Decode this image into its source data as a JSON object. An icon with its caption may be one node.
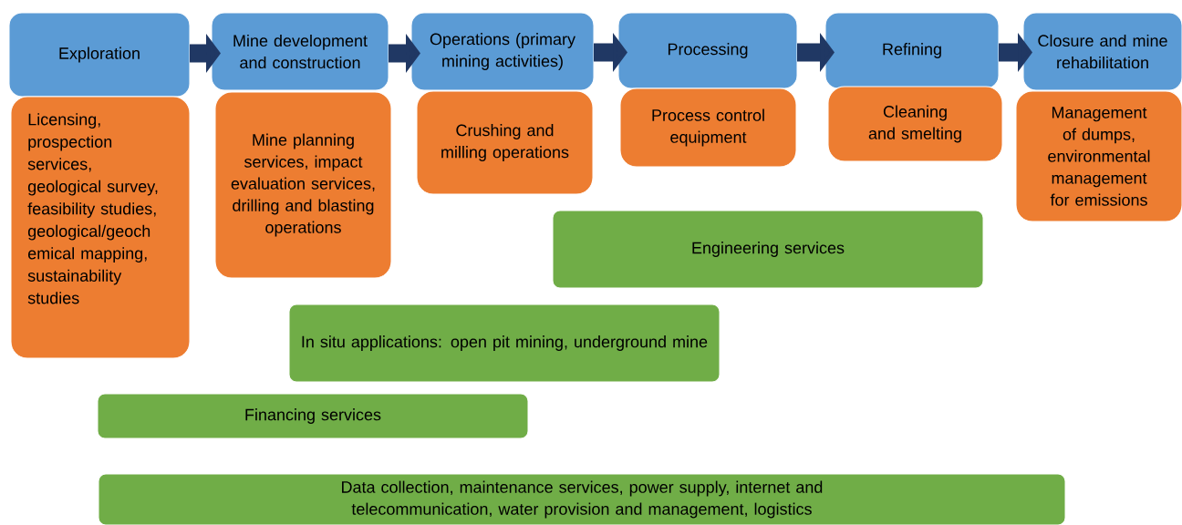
{
  "diagram": {
    "nodes": [
      {
        "text": [
          "Exploration"
        ]
      },
      {
        "text": [
          "Mine development and construction"
        ]
      },
      {
        "text": [
          "Operations (primary mining activities)"
        ]
      },
      {
        "text": [
          "Processing"
        ]
      },
      {
        "text": [
          "Refining"
        ]
      },
      {
        "text": [
          "Closure and mine rehabilitation"
        ]
      },
      {
        "text": [
          "Licensing, prospection services, geological survey, feasibility studies, geological/geoch emical mapping, sustainability studies"
        ]
      },
      {
        "text": [
          "Mine planning services, impact evaluation services, drilling and blasting operations"
        ]
      },
      {
        "text": [
          "Crushing and milling operations"
        ]
      },
      {
        "text": [
          "Process control equipment"
        ]
      },
      {
        "text": [
          "Cleaning and smelting"
        ]
      },
      {
        "text": [
          "Management of dumps, environmental management for emissions"
        ]
      },
      {
        "text": [
          "Engineering services"
        ]
      },
      {
        "text": [
          "In situ applications: open pit mining, underground mine"
        ]
      },
      {
        "text": [
          "Financing services"
        ]
      },
      {
        "text": [
          "Data collection, maintenance services, power supply, internet and telecommunication, water provision and management, logistics"
        ]
      }
    ],
    "edges": [
      {
        "from": 0,
        "to": 1,
        "arrow": "to"
      },
      {
        "from": 1,
        "to": 2,
        "arrow": "to"
      },
      {
        "from": 2,
        "to": 3,
        "arrow": "to"
      },
      {
        "from": 3,
        "to": 4,
        "arrow": "to"
      },
      {
        "from": 4,
        "to": 5,
        "arrow": "to"
      }
    ]
  }
}
